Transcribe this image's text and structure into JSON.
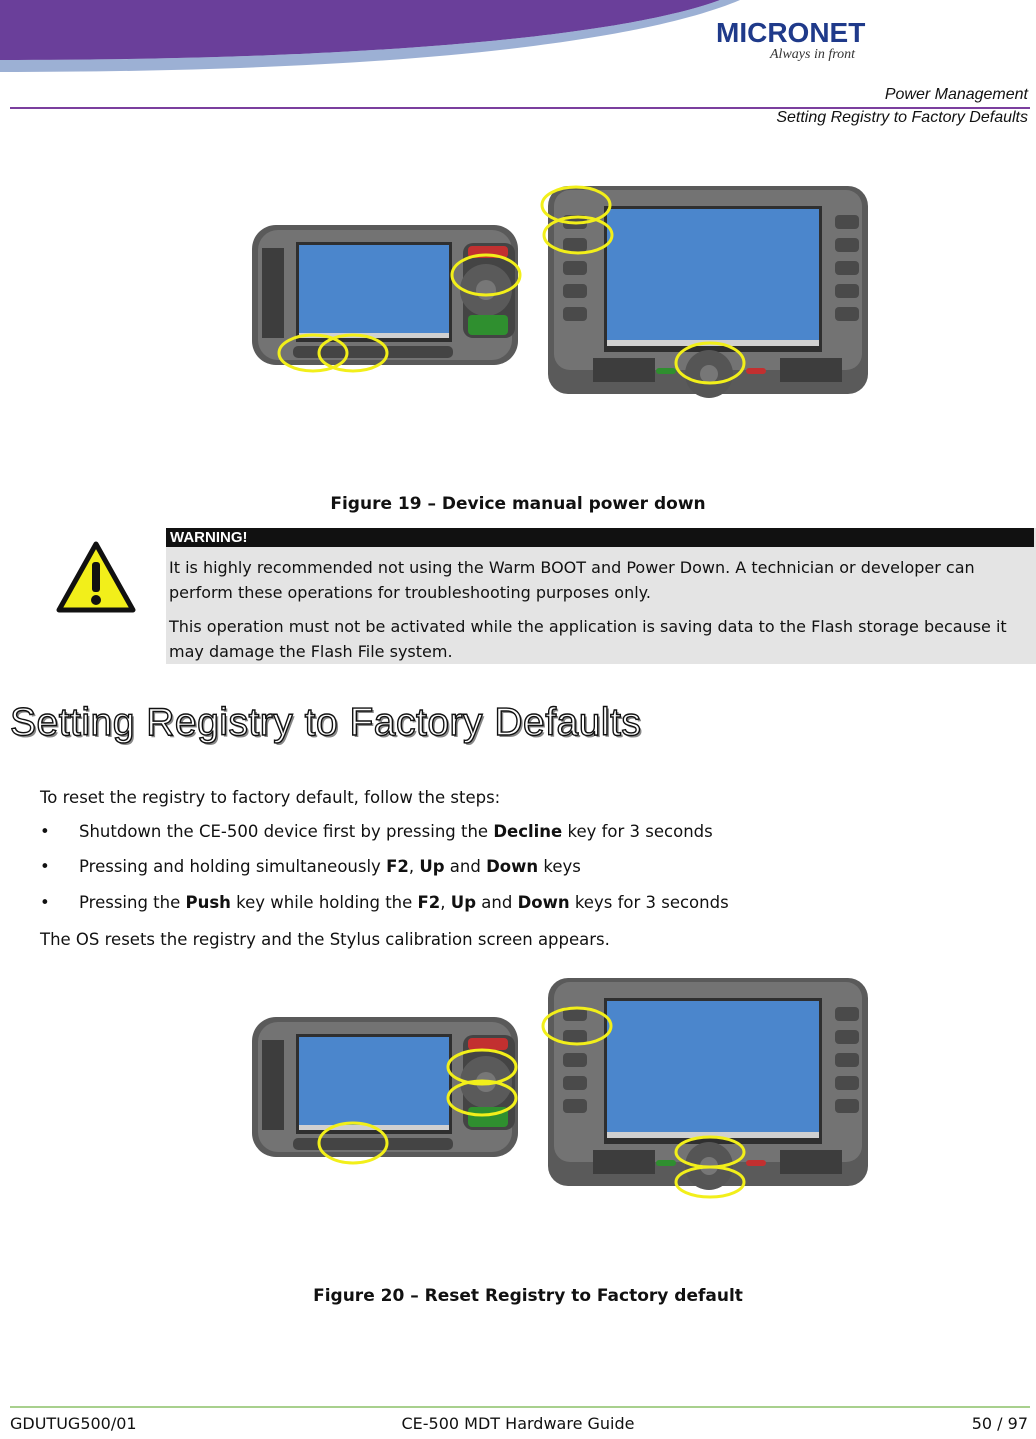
{
  "header": {
    "logo_text": "MICRONET",
    "logo_tagline": "Always in front",
    "section": "Power Management",
    "subsection": "Setting Registry to Factory Defaults"
  },
  "figure19": {
    "caption": "Figure 19 – Device manual power down"
  },
  "warning": {
    "heading": "WARNING!",
    "paragraphs": [
      "It is highly recommended not using the Warm BOOT and Power Down. A technician or developer can perform these operations for troubleshooting purposes only.",
      "This operation must not be activated while the application is saving data to the Flash storage because it may damage the Flash File system."
    ]
  },
  "section_title": "Setting Registry to Factory Defaults",
  "intro": "To reset the registry to factory default, follow the steps:",
  "steps": [
    {
      "prefix": "Shutdown the CE-500 device first by pressing the ",
      "bold1": "Decline",
      "mid1": " key for 3 seconds",
      "bold2": "",
      "mid2": "",
      "bold3": "",
      "mid3": "",
      "bold4": "",
      "suffix": ""
    },
    {
      "prefix": "Pressing and holding simultaneously ",
      "bold1": "F2",
      "mid1": ", ",
      "bold2": "Up",
      "mid2": " and ",
      "bold3": "Down",
      "mid3": " keys",
      "bold4": "",
      "suffix": ""
    },
    {
      "prefix": "Pressing the ",
      "bold1": "Push",
      "mid1": " key while holding the ",
      "bold2": "F2",
      "mid2": ", ",
      "bold3": "Up",
      "mid3": " and ",
      "bold4": "Down",
      "suffix": " keys for 3 seconds"
    }
  ],
  "outro": "The OS resets the registry and the Stylus calibration screen appears.",
  "figure20": {
    "caption": "Figure 20 – Reset Registry to Factory default"
  },
  "footer": {
    "doc_id": "GDUTUG500/01",
    "title": "CE-500 MDT Hardware Guide",
    "page": "50 / 97"
  },
  "colors": {
    "header_rule": "#7b3f9e",
    "footer_rule": "#a8d08d",
    "highlight": "#f2ef1a",
    "screen": "#4b86cc"
  }
}
